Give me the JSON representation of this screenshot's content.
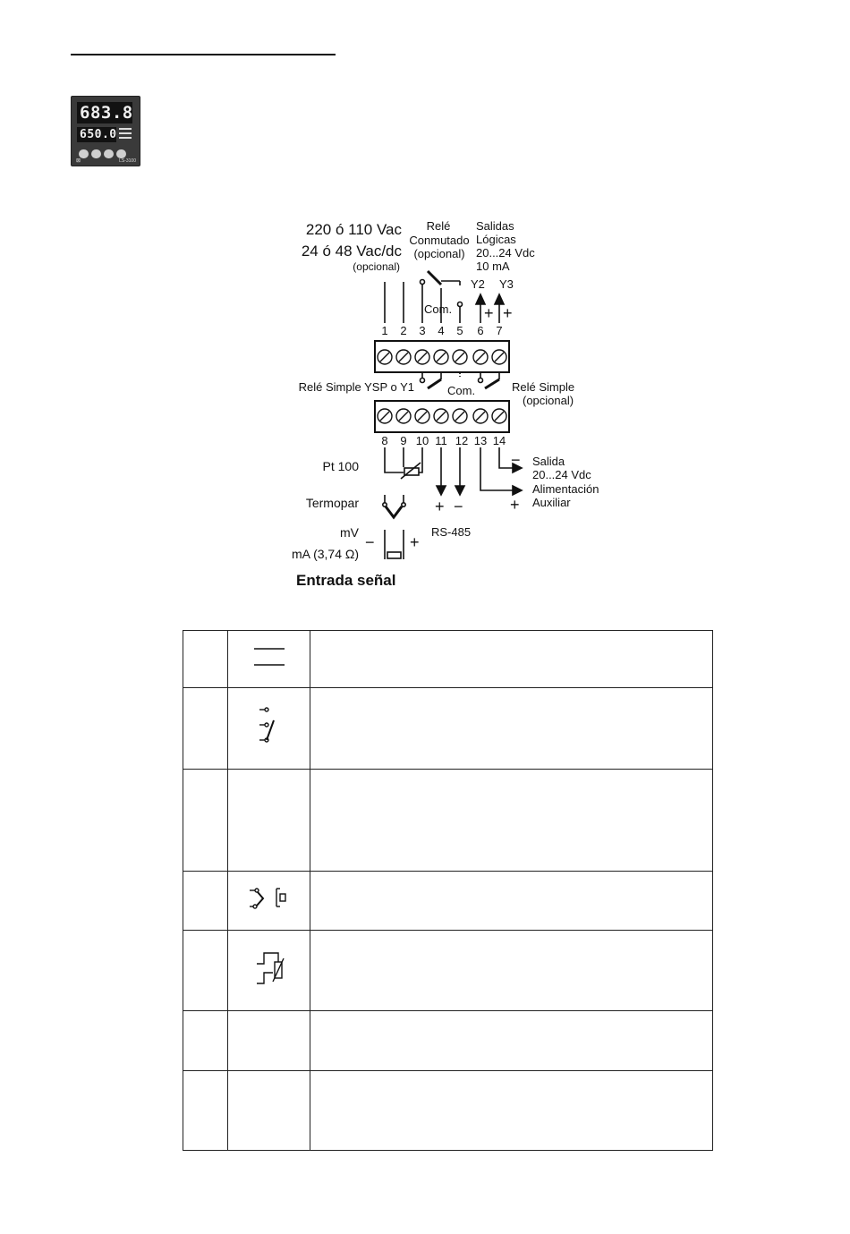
{
  "device": {
    "display_top": "683.8",
    "display_bottom": "650.0",
    "model": "LS-3100"
  },
  "wiring": {
    "supply_line1": "220 ó 110 Vac",
    "supply_line2": "24 ó 48 Vac/dc",
    "supply_optional": "(opcional)",
    "rele_line1": "Relé",
    "rele_line2": "Conmutado",
    "rele_line3": "(opcional)",
    "salidas_line1": "Salidas",
    "salidas_line2": "Lógicas",
    "salidas_line3": "20...24 Vdc",
    "salidas_line4": "10 mA",
    "y2": "Y2",
    "y3": "Y3",
    "com_top": "Com.",
    "com_mid": "Com.",
    "plus": "+",
    "minus": "−",
    "terminals_top": [
      "1",
      "2",
      "3",
      "4",
      "5",
      "6",
      "7"
    ],
    "terminals_bottom": [
      "8",
      "9",
      "10",
      "11",
      "12",
      "13",
      "14"
    ],
    "rele_simple_ysp": "Relé Simple YSP o Y1",
    "rele_simple_line1": "Relé Simple",
    "rele_simple_line2": "(opcional)",
    "pt100": "Pt 100",
    "termopar": "Termopar",
    "mv": "mV",
    "ma": "mA (3,74 Ω)",
    "entrada": "Entrada señal",
    "rs485": "RS-485",
    "salida_line1": "Salida",
    "salida_line2": "20...24 Vdc",
    "salida_line3": "Alimentación",
    "salida_line4": "Auxiliar"
  },
  "legend_rows": [
    {
      "icon": "power-lines-icon",
      "text": ""
    },
    {
      "icon": "relay-contact-icon",
      "text": ""
    },
    {
      "icon": "",
      "text": ""
    },
    {
      "icon": "thermocouple-shunt-icon",
      "text": ""
    },
    {
      "icon": "rtd-sensor-icon",
      "text": ""
    },
    {
      "icon": "",
      "text": ""
    },
    {
      "icon": "",
      "text": ""
    }
  ]
}
